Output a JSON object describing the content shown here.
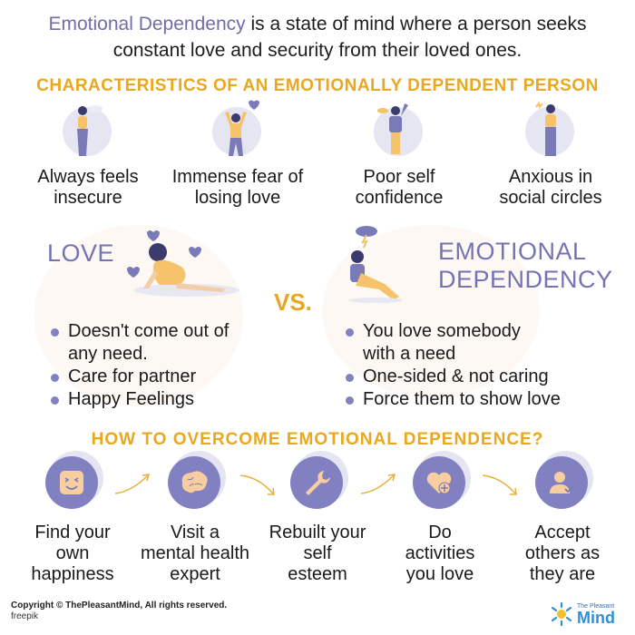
{
  "intro": {
    "highlight": "Emotional Dependency",
    "line1_rest": " is a state of mind where a person seeks",
    "line2": "constant love and security from their loved ones."
  },
  "characteristics": {
    "title": "CHARACTERISTICS OF AN EMOTIONALLY DEPENDENT PERSON",
    "items": [
      {
        "line1": "Always feels",
        "line2": "insecure",
        "icon": "insecure-woman-icon"
      },
      {
        "line1": "Immense fear of",
        "line2": "losing love",
        "icon": "fear-man-icon"
      },
      {
        "line1": "Poor self",
        "line2": "confidence",
        "icon": "low-confidence-man-icon"
      },
      {
        "line1": "Anxious in",
        "line2": "social circles",
        "icon": "anxious-woman-icon"
      }
    ]
  },
  "comparison": {
    "love": {
      "title": "LOVE",
      "bullets": [
        "Doesn't come out of",
        "any need.",
        "Care for partner",
        "Happy Feelings"
      ]
    },
    "vs_label": "VS.",
    "dependency": {
      "title_line1": "EMOTIONAL",
      "title_line2": "DEPENDENCY",
      "bullets": [
        "You love somebody",
        "with a need",
        "One-sided & not caring",
        "Force them to show love"
      ]
    }
  },
  "overcome": {
    "title": "HOW TO OVERCOME EMOTIONAL DEPENDENCE?",
    "steps": [
      {
        "lines": [
          "Find your",
          "own",
          "happiness"
        ],
        "icon": "smiley-face-icon"
      },
      {
        "lines": [
          "Visit a",
          "mental health",
          "expert"
        ],
        "icon": "brain-icon"
      },
      {
        "lines": [
          "Rebuilt your",
          "self",
          "esteem"
        ],
        "icon": "wrench-icon"
      },
      {
        "lines": [
          "Do",
          "activities",
          "you love"
        ],
        "icon": "heart-plus-icon"
      },
      {
        "lines": [
          "Accept",
          "others as",
          "they are"
        ],
        "icon": "user-check-icon"
      }
    ]
  },
  "footer": {
    "copyright": "Copyright © ThePleasantMind, All rights reserved.",
    "credit": "freepik"
  },
  "logo": {
    "small": "The Pleasant",
    "big": "Mind"
  },
  "colors": {
    "accent_purple": "#7474b4",
    "accent_yellow": "#e8a820",
    "icon_disc": "#8181c2",
    "icon_fill": "#f8cda0"
  }
}
